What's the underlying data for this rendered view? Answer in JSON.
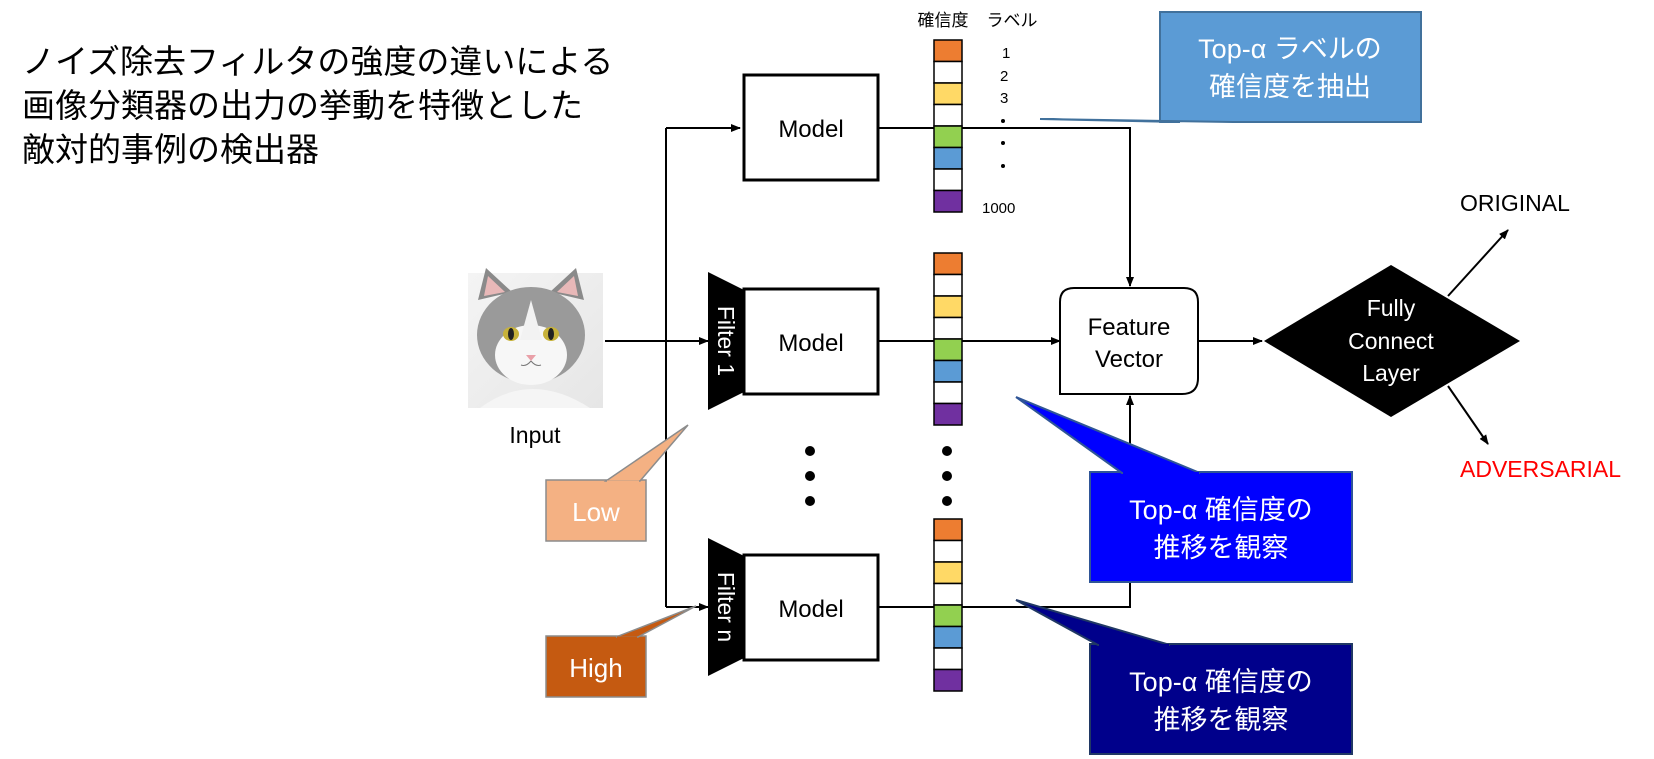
{
  "title_lines": [
    "ノイズ除去フィルタの強度の違いによる",
    "画像分類器の出力の挙動を特徴とした",
    "敵対的事例の検出器"
  ],
  "input": {
    "label": "Input"
  },
  "header": {
    "confidence": "確信度",
    "label": "ラベル"
  },
  "vector_labels": [
    "1",
    "2",
    "3",
    "1000"
  ],
  "vector_colors": [
    "#ed7d31",
    "#ffffff",
    "#ffd966",
    "#ffffff",
    "#92d050",
    "#5b9bd5",
    "#ffffff",
    "#7030a0"
  ],
  "model_label": "Model",
  "filters": [
    "Filter 1",
    "Filter n"
  ],
  "feature_vector": [
    "Feature",
    "Vector"
  ],
  "fc_layer": [
    "Fully",
    "Connect",
    "Layer"
  ],
  "outputs": {
    "original": "ORIGINAL",
    "adversarial": "ADVERSARIAL",
    "adversarial_color": "#ff0000"
  },
  "callouts": {
    "top_alpha_label": [
      "Top-α ラベルの",
      "確信度を抽出"
    ],
    "observe_1": [
      "Top-α 確信度の",
      "推移を観察"
    ],
    "observe_2": [
      "Top-α 確信度の",
      "推移を観察"
    ],
    "low": "Low",
    "high": "High"
  },
  "colors": {
    "callout_top": "#5b9bd5",
    "callout_mid": "#0000ff",
    "callout_bottom": "#00008b",
    "low_fill": "#f4b183",
    "high_fill": "#c55a11"
  }
}
